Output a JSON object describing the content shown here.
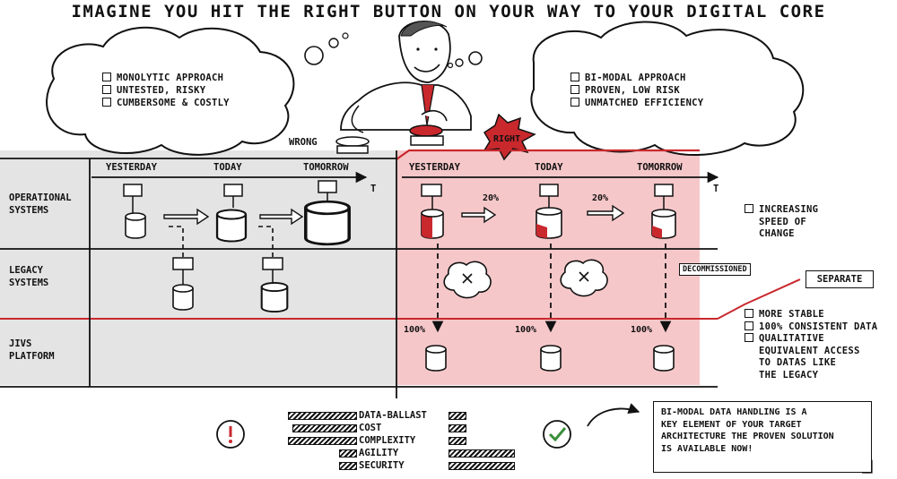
{
  "title": "IMAGINE YOU HIT THE RIGHT BUTTON ON YOUR WAY TO YOUR DIGITAL CORE",
  "left_cloud": [
    "MONOLYTIC APPROACH",
    "UNTESTED, RISKY",
    "CUMBERSOME & COSTLY"
  ],
  "right_cloud": [
    "BI-MODAL APPROACH",
    "PROVEN, LOW RISK",
    "UNMATCHED EFFICIENCY"
  ],
  "buttons": {
    "wrong": "WRONG",
    "right": "RIGHT"
  },
  "timeline": {
    "yesterday": "YESTERDAY",
    "today": "TODAY",
    "tomorrow": "TOMORROW",
    "axis": "T"
  },
  "rows": {
    "operational": [
      "OPERATIONAL",
      "SYSTEMS"
    ],
    "legacy": [
      "LEGACY",
      "SYSTEMS"
    ],
    "jivs": [
      "JIVS",
      "PLATFORM"
    ]
  },
  "percents": {
    "growth_1": "20%",
    "growth_2": "20%",
    "jivs_1": "100%",
    "jivs_2": "100%",
    "jivs_3": "100%"
  },
  "decommissioned": "DECOMMISSIONED",
  "separate": "SEPARATE",
  "speed": [
    "INCREASING",
    "SPEED OF",
    "CHANGE"
  ],
  "benefits": [
    "MORE STABLE",
    "100% CONSISTENT DATA",
    "QUALITATIVE",
    "EQUIVALENT ACCESS",
    "TO DATAS LIKE",
    "THE LEGACY"
  ],
  "comparison": {
    "labels": [
      "DATA-BALLAST",
      "COST",
      "COMPLEXITY",
      "AGILITY",
      "SECURITY"
    ],
    "bad": [
      0.85,
      0.8,
      0.85,
      0.2,
      0.2
    ],
    "good": [
      0.15,
      0.15,
      0.15,
      0.6,
      0.6
    ]
  },
  "note": [
    "BI-MODAL DATA HANDLING IS A",
    "KEY ELEMENT OF YOUR TARGET",
    "ARCHITECTURE THE PROVEN SOLUTION",
    "IS AVAILABLE NOW!"
  ],
  "icons": {
    "bad": "exclamation-icon",
    "good": "checkmark-icon"
  },
  "colors": {
    "red": "#c9282d",
    "pink": "#f6c7c9",
    "grey": "#e4e4e4"
  }
}
